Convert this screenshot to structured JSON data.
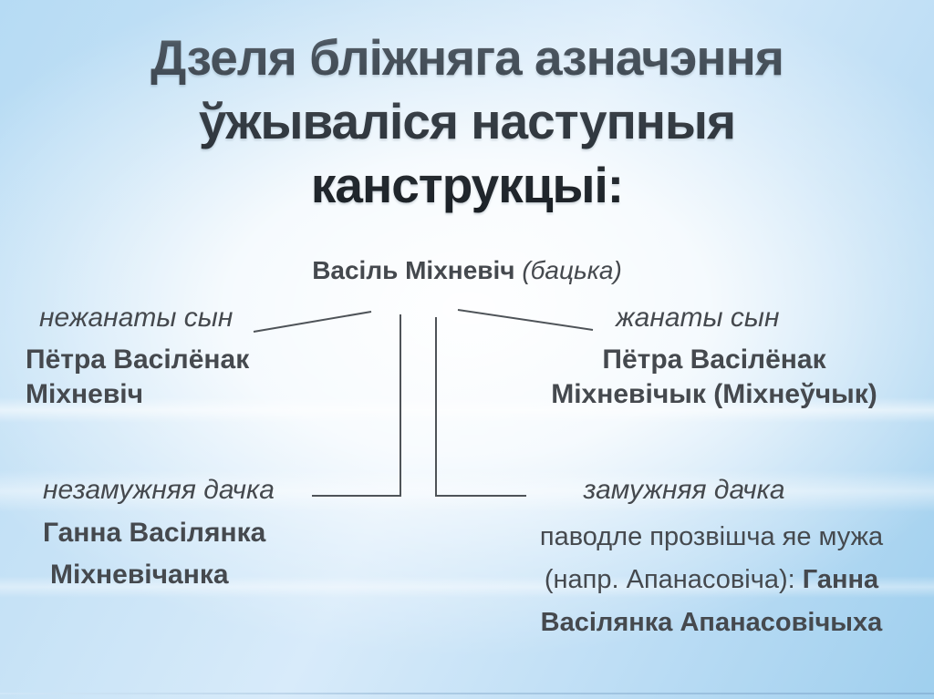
{
  "slide": {
    "title": {
      "lines": [
        "Дзеля бліжняга азначэння",
        "ўжываліся наступныя",
        "канструкцыі:"
      ]
    },
    "father": {
      "name": "Васіль Міхневіч",
      "role": "(бацька)"
    },
    "nodes": {
      "unmarried_son": {
        "label": "нежанаты сын",
        "name_line1": "Пётра Васілёнак",
        "name_line2": "Міхневіч"
      },
      "married_son": {
        "label": "жанаты сын",
        "name_line1": "Пётра Васілёнак",
        "name_line2": "Міхневічык (Міхнеўчык)"
      },
      "unmarried_daughter": {
        "label": "незамужняя дачка",
        "name_line1": "Ганна Васілянка",
        "name_line2": "Міхневічанка"
      },
      "married_daughter": {
        "label": "замужняя дачка",
        "desc_line1": "паводле прозвішча яе мужа",
        "desc_line2_regular": "(напр. Апанасовіча): ",
        "desc_line2_bold": "Ганна",
        "desc_line3_bold": "Васілянка Апанасовічыха"
      }
    },
    "colors": {
      "title_text": "#34383e",
      "body_text": "#45494e",
      "connector": "#4e5358",
      "background_edge": "#a7d3f0",
      "background_center": "#ffffff"
    }
  }
}
